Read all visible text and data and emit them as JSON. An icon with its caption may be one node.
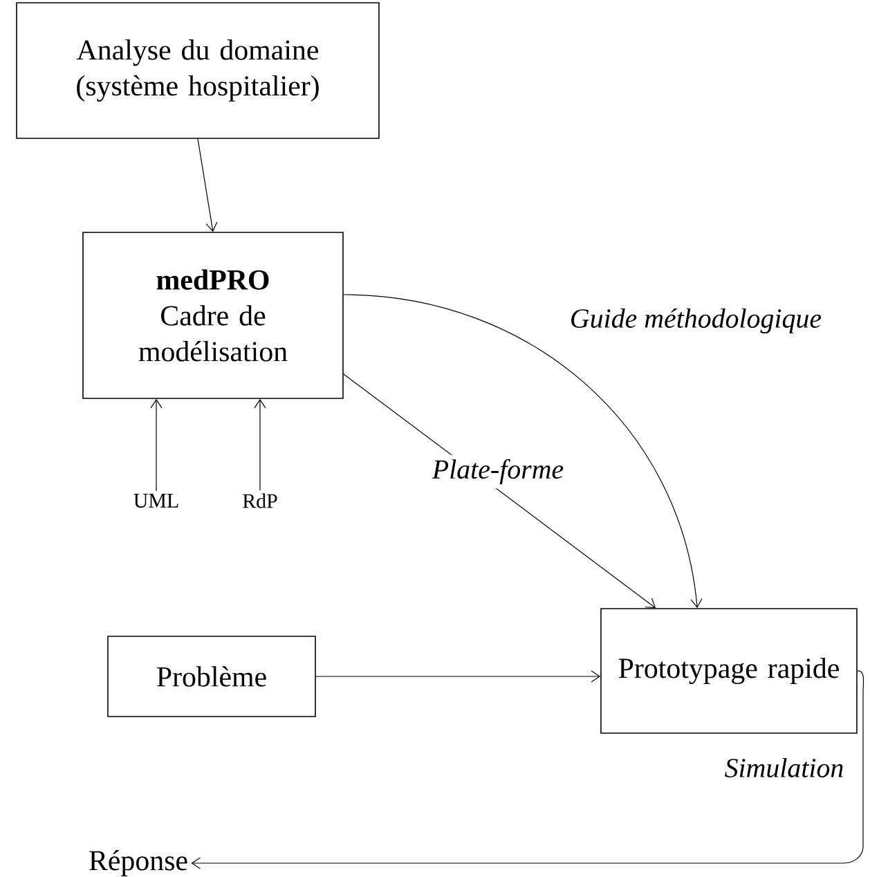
{
  "diagram": {
    "nodes": [
      {
        "text": [
          "Analyse du domaine (système hospitalier)"
        ]
      },
      {
        "text": [
          "medPRO",
          "Cadre de modélisation"
        ]
      },
      {
        "text": [
          "UML"
        ]
      },
      {
        "text": [
          "RdP"
        ]
      },
      {
        "text": [
          "Problème"
        ]
      },
      {
        "text": [
          "Prototypage rapide"
        ]
      },
      {
        "text": [
          "Réponse"
        ]
      }
    ],
    "edges": [
      {
        "from": 0,
        "to": 1,
        "arrow": "to"
      },
      {
        "from": 2,
        "to": 1,
        "arrow": "to"
      },
      {
        "from": 3,
        "to": 1,
        "arrow": "to"
      },
      {
        "from": 1,
        "to": 5,
        "arrow": "to",
        "label": "Plate-forme"
      },
      {
        "from": 1,
        "to": 5,
        "arrow": "to",
        "label": "Guide méthodologique"
      },
      {
        "from": 4,
        "to": 5,
        "arrow": "to"
      },
      {
        "from": 5,
        "to": 6,
        "arrow": "to",
        "label": "Simulation"
      }
    ]
  }
}
